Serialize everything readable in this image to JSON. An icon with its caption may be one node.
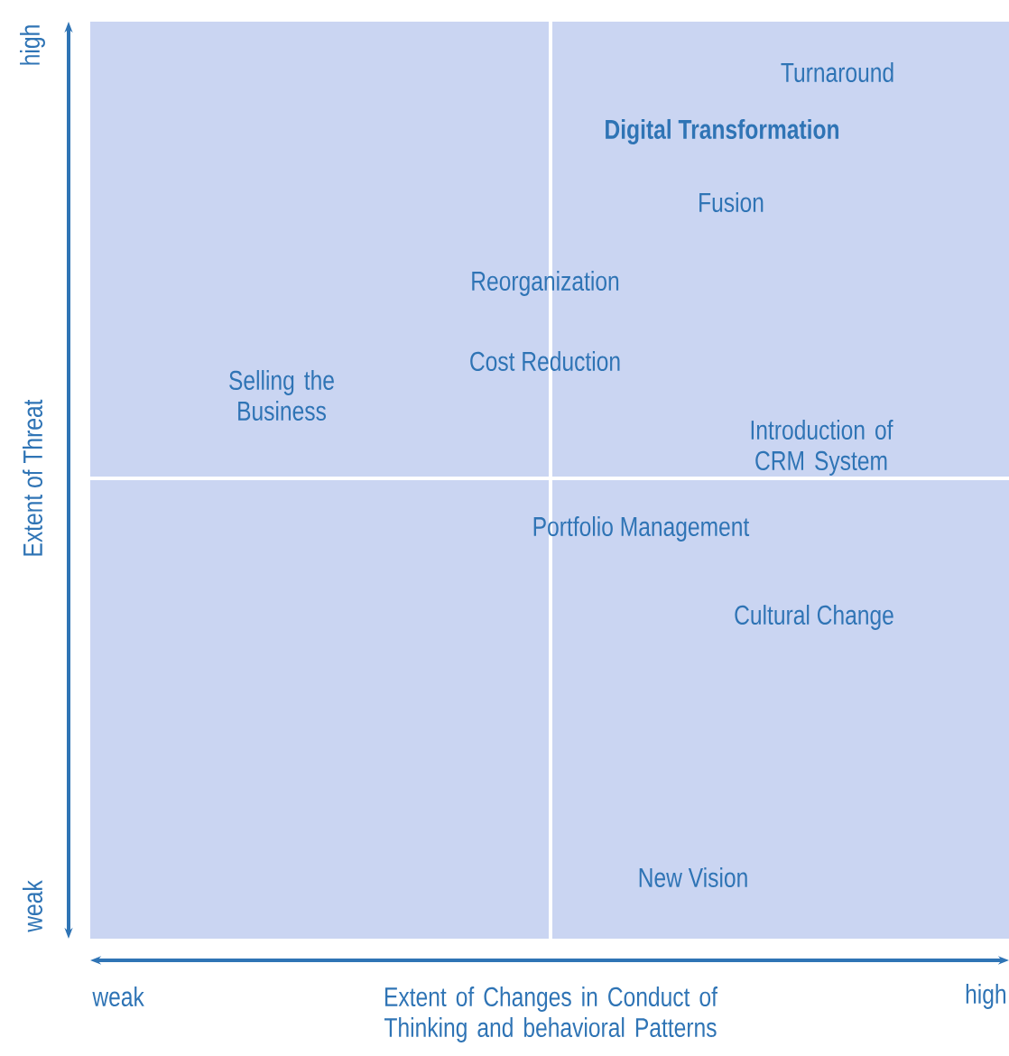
{
  "diagram": {
    "labels": [
      "high",
      "Turnaround",
      "Digital Transformation",
      "Fusion",
      "Reorganization",
      "Selling the Business",
      "Cost Reduction",
      "Extent of Threat",
      "Introduction of CRM System",
      "Portfolio Management",
      "Cultural Change",
      "New Vision",
      "weak",
      "weak",
      "Extent of Changes in Conduct of Thinking and behavioral Patterns",
      "high"
    ]
  }
}
